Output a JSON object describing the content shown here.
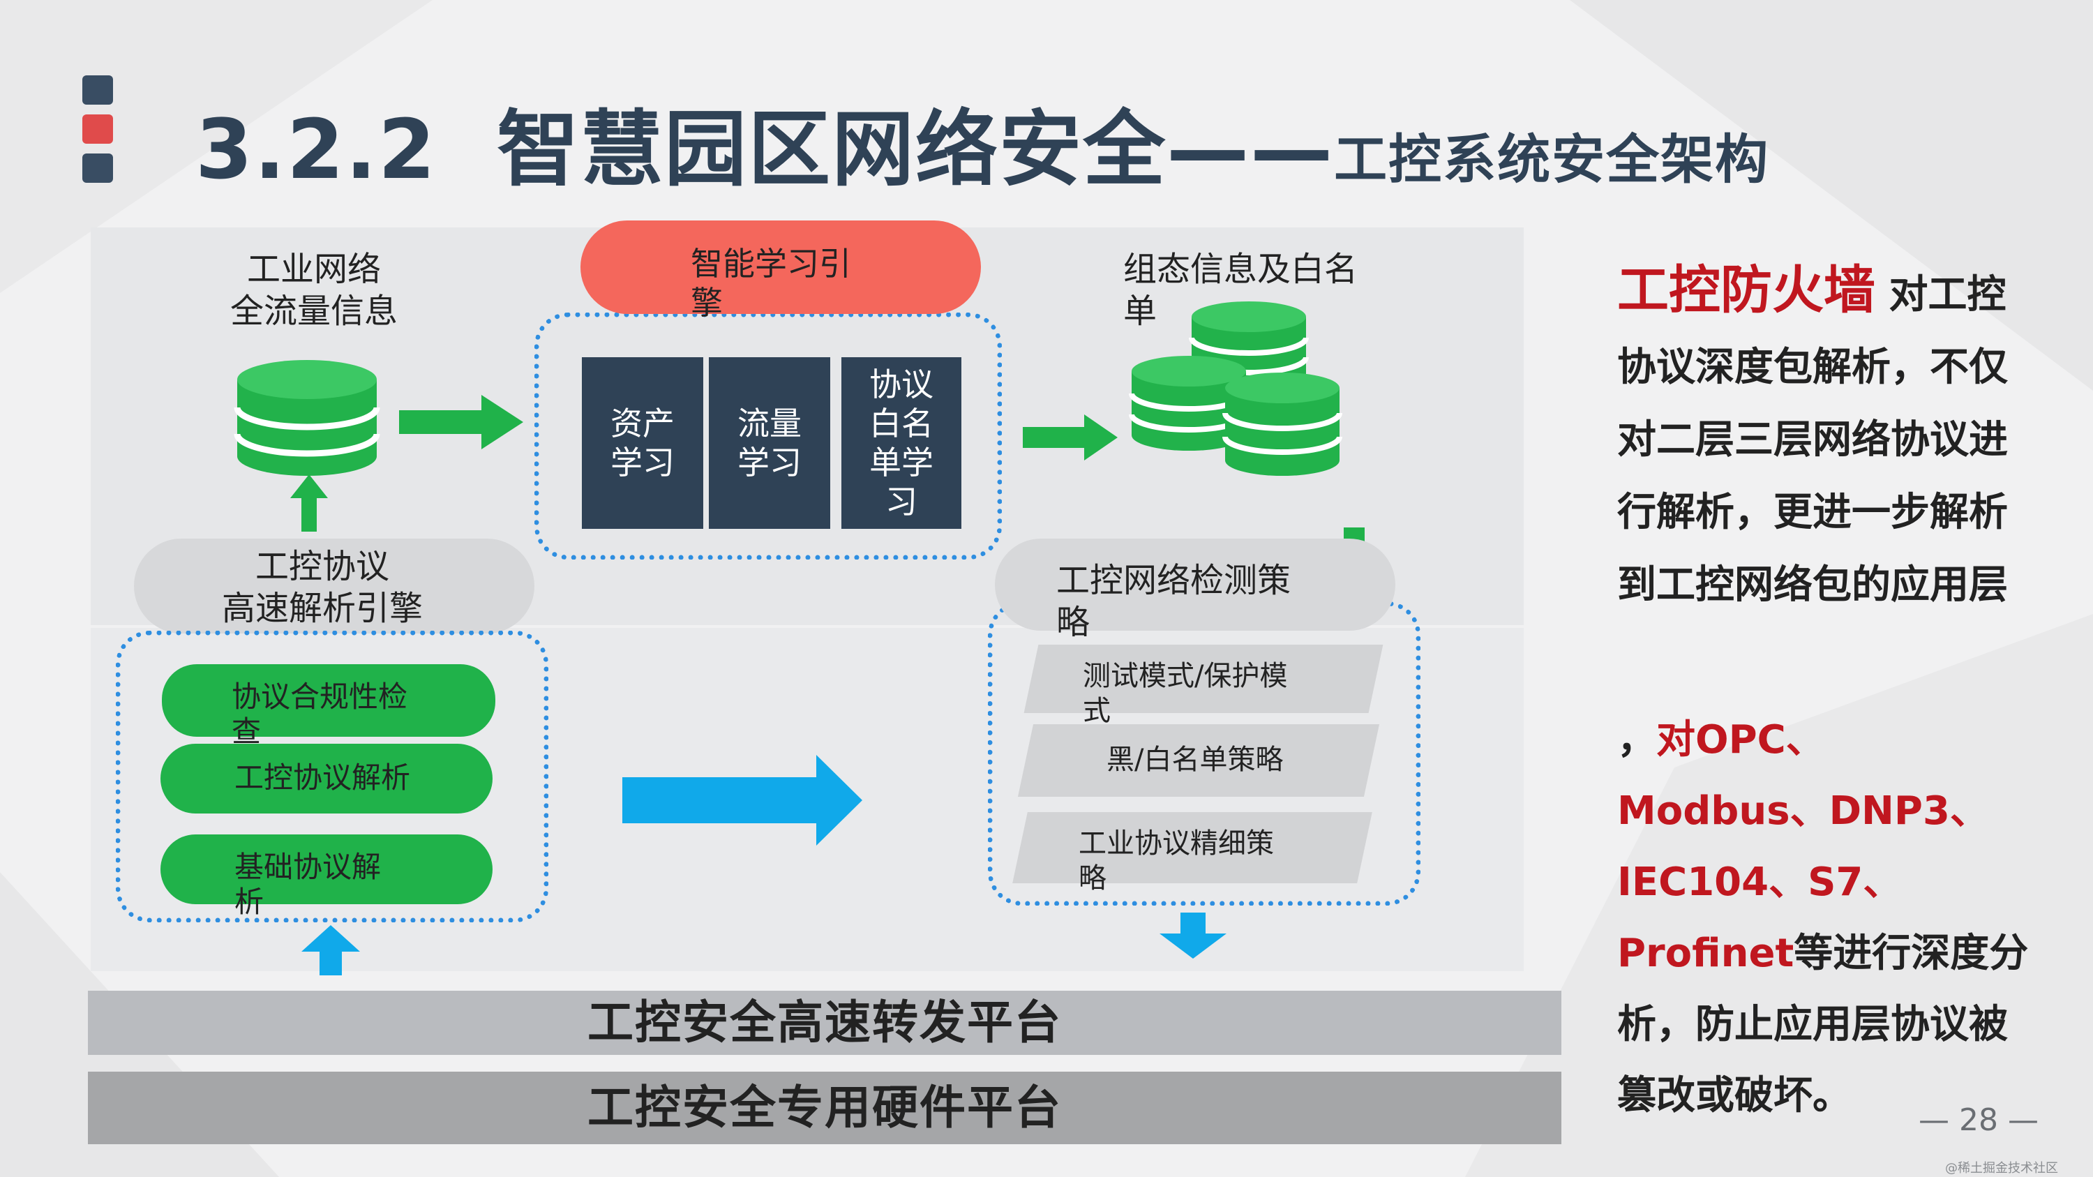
{
  "header": {
    "number": "3.2.2",
    "title": "智慧园区网络安全",
    "dash": "——",
    "subtitle": "工控系统安全架构",
    "square_colors": [
      "#394d63",
      "#e04b4b",
      "#394d63"
    ]
  },
  "diagram": {
    "full_traffic_label": "工业网络\n全流量信息",
    "learning_engine_label": "智能学习引\n擎",
    "config_whitelist_label": "组态信息及白名\n单",
    "learning_modules": [
      "资产\n学习",
      "流量\n学习",
      "协议\n白名\n单学\n习"
    ],
    "parser_engine_label": "工控协议\n高速解析引擎",
    "parser_layers": [
      "协议合规性检\n查",
      "工控协议解析",
      "基础协议解\n析"
    ],
    "detection_strategy_label": "工控网络检测策\n略",
    "strategies": [
      "测试模式/保护模\n式",
      "黑/白名单策略",
      "工业协议精细策\n略"
    ],
    "platform_forward": "工控安全高速转发平台",
    "platform_hardware": "工控安全专用硬件平台",
    "colors": {
      "green": "#20b24a",
      "engine_red": "#f4675c",
      "dark_box": "#2f4256",
      "blue_arrow": "#10a9ea",
      "dotted_blue": "#2e8ee0"
    }
  },
  "right_text": {
    "firewall": "工控防火墙",
    "p1": " 对工控协议深度包解析，不仅 对二层三层网络协议进  行解析，更进一步解析   到工控网络包的应用层",
    "p2_prefix": "，",
    "protocols": "对OPC、Modbus、DNP3、IEC104、S7、Profinet",
    "p2_suffix": "等进行深度分析，防止应用层协议被 篡改或破坏。"
  },
  "footer": {
    "page_number": "— 28 —",
    "watermark": "@稀土掘金技术社区"
  }
}
